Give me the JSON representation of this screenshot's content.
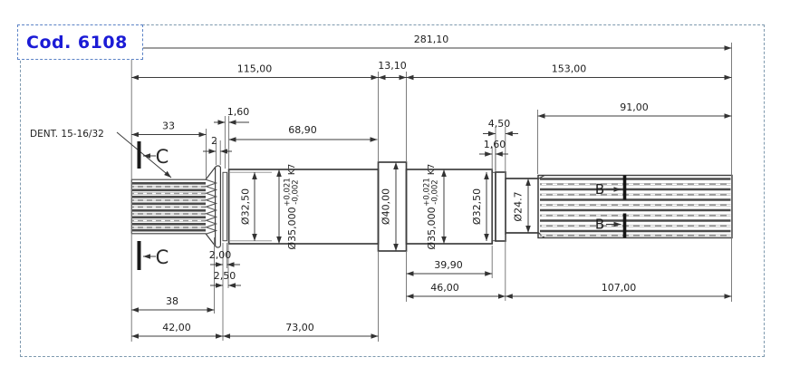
{
  "code_label": "Cod. 6108",
  "spline_note": "DENT. 15-16/32",
  "section_marks": {
    "c": "C",
    "b": "B"
  },
  "dims": {
    "overall": "281,10",
    "left_span": "115,00",
    "collar_width": "13,10",
    "right_span": "153,00",
    "spline_len": "33",
    "step_2": "2",
    "relief_left": "1,60",
    "seat_left_len": "68,90",
    "flange_len": "4,50",
    "relief_right": "1,60",
    "thread_len": "91,00",
    "groove_w": "2,00",
    "groove_pos": "2,50",
    "len38": "38",
    "len42": "42,00",
    "len73": "73,00",
    "len3990": "39,90",
    "len4600": "46,00",
    "len10700": "107,00"
  },
  "diameters": {
    "d3250_left": "Ø32,50",
    "d35_left": {
      "nominal": "Ø35,000",
      "tol_plus": "+0,021",
      "tol_minus": "-0,002",
      "fit": "K7"
    },
    "d40": "Ø40,00",
    "d35_right": {
      "nominal": "Ø35,000",
      "tol_plus": "+0,021",
      "tol_minus": "-0,002",
      "fit": "K7"
    },
    "d3250_right": "Ø32,50",
    "d247": "Ø24.7"
  },
  "colors": {
    "accent_blue": "#1b1bd6",
    "box_border_blue": "#5b82c6",
    "frame_border": "#7e99ae",
    "line_color": "#3c3c3c"
  }
}
